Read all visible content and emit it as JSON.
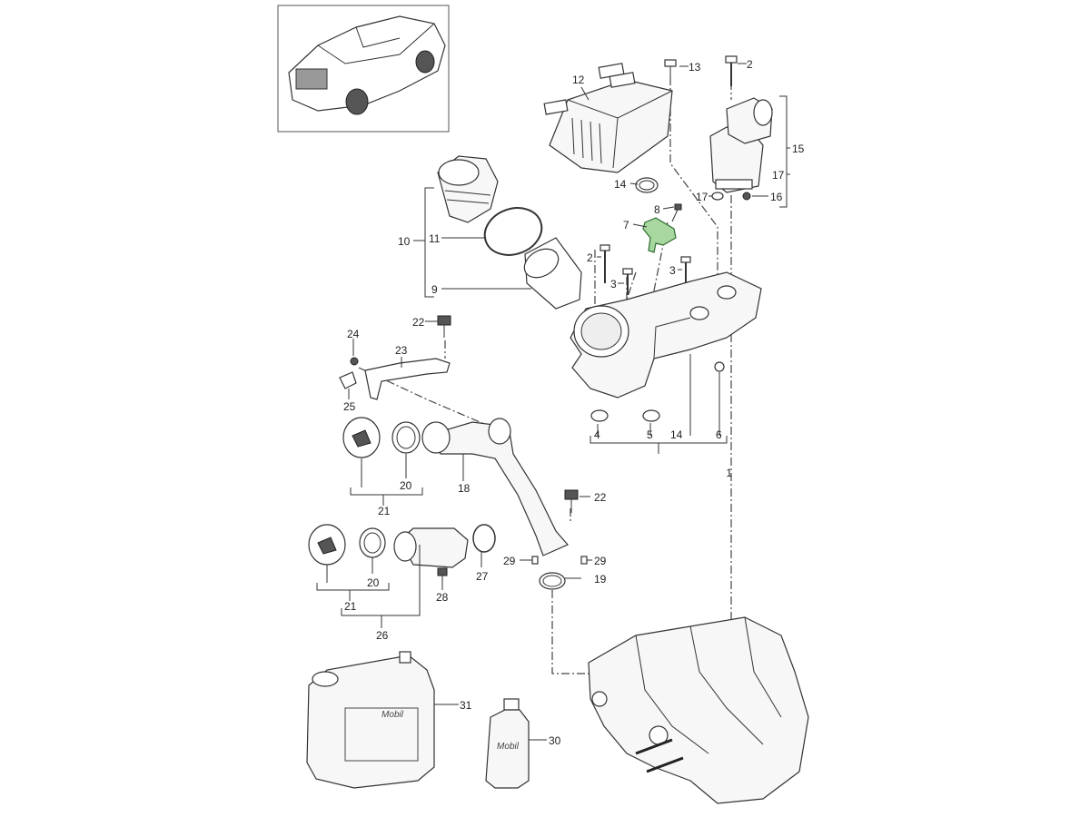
{
  "callouts": [
    "1",
    "2",
    "2",
    "3",
    "3",
    "4",
    "5",
    "6",
    "7",
    "8",
    "9",
    "10",
    "11",
    "12",
    "13",
    "14",
    "14",
    "15",
    "16",
    "17",
    "17",
    "18",
    "19",
    "20",
    "20",
    "21",
    "21",
    "22",
    "22",
    "23",
    "24",
    "25",
    "26",
    "27",
    "28",
    "29",
    "29",
    "30",
    "31"
  ],
  "brand_labels": [
    "Mobil",
    "Mobil"
  ],
  "colors": {
    "highlight": "#a8d8a0",
    "line": "#333333"
  },
  "highlighted_part": "7"
}
